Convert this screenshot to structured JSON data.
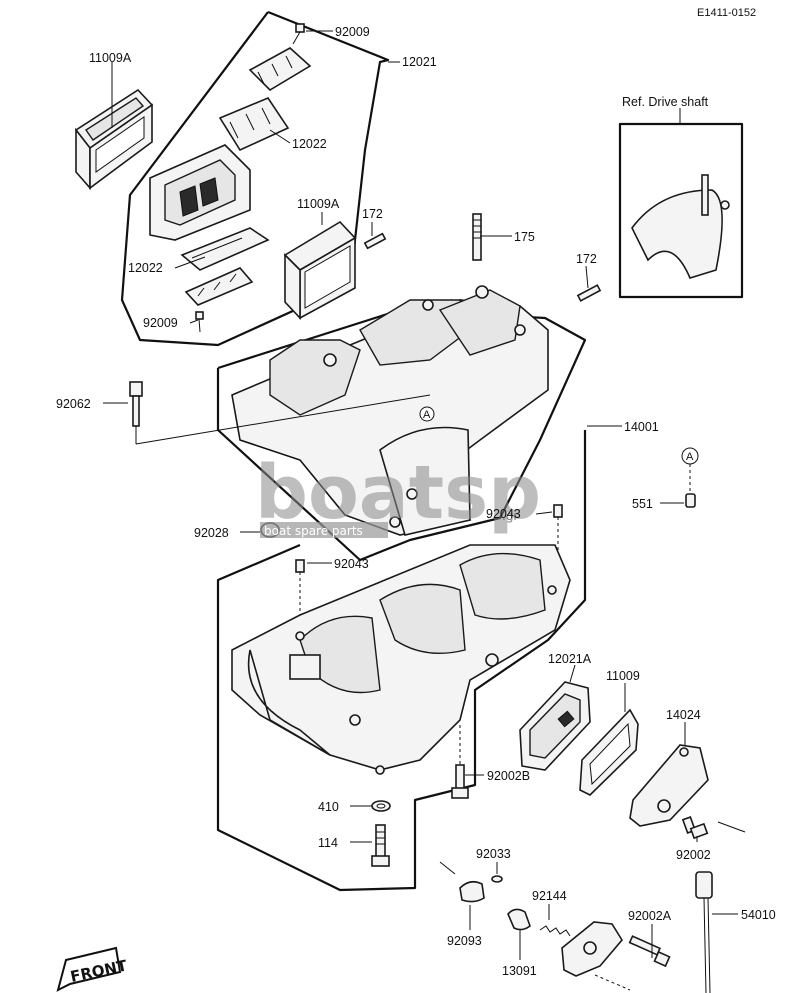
{
  "figure_code": "E1411-0152",
  "ref_label": "Ref. Drive shaft",
  "callout_letter": "A",
  "front_label": "FRONT",
  "watermark": {
    "brand": "boatsp",
    "suffix": ".gr",
    "tagline": "boat spare parts"
  },
  "parts": {
    "p11009A_left": "11009A",
    "p92009_top": "92009",
    "p12021": "12021",
    "p12022_top": "12022",
    "p11009A_mid": "11009A",
    "p172_mid": "172",
    "p12022_bottom": "12022",
    "p92009_bottom": "92009",
    "p175": "175",
    "p172_right": "172",
    "p92062": "92062",
    "p14001": "14001",
    "p551": "551",
    "p92043_right": "92043",
    "p92028": "92028",
    "p92043_left": "92043",
    "p12021A": "12021A",
    "p11009": "11009",
    "p14024": "14024",
    "p92002B": "92002B",
    "p410": "410",
    "p114": "114",
    "p92002": "92002",
    "p92033": "92033",
    "p92144": "92144",
    "p92002A": "92002A",
    "p54010": "54010",
    "p92093": "92093",
    "p13091": "13091"
  }
}
